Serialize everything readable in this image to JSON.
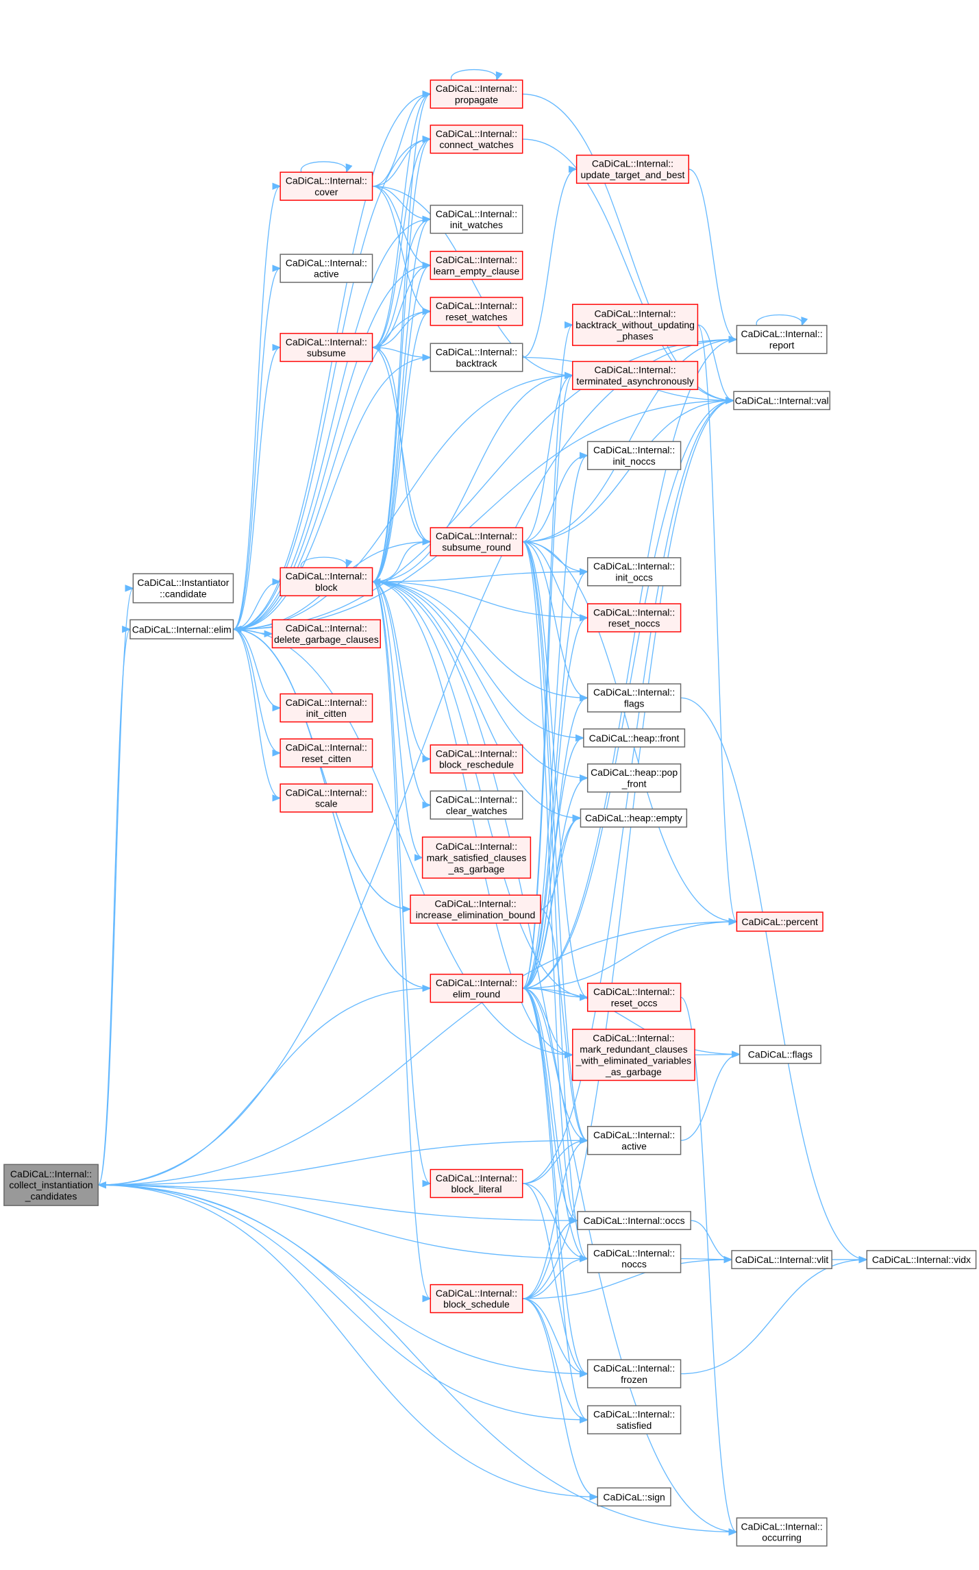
{
  "title": "Call graph of CaDiCaL::Internal::collect_instantiation_candidates",
  "colors": {
    "edge": "#63b8ff",
    "truncated_border": "#ff0000",
    "truncated_fill": "#fff0f0",
    "root_fill": "#999999",
    "node_border": "#666666"
  },
  "nodes": [
    {
      "id": "C",
      "lines": [
        "CaDiCaL::Internal::",
        "collect_instantiation",
        "_candidates"
      ],
      "style": "root"
    },
    {
      "id": "candidate",
      "lines": [
        "CaDiCaL::Instantiator",
        "::candidate"
      ],
      "style": "normal"
    },
    {
      "id": "elim",
      "lines": [
        "CaDiCaL::Internal::elim"
      ],
      "style": "normal"
    },
    {
      "id": "cover",
      "lines": [
        "CaDiCaL::Internal::",
        "cover"
      ],
      "style": "red"
    },
    {
      "id": "active1",
      "lines": [
        "CaDiCaL::Internal::",
        "active"
      ],
      "style": "normal"
    },
    {
      "id": "subsume",
      "lines": [
        "CaDiCaL::Internal::",
        "subsume"
      ],
      "style": "red"
    },
    {
      "id": "block",
      "lines": [
        "CaDiCaL::Internal::",
        "block"
      ],
      "style": "red"
    },
    {
      "id": "dgc",
      "lines": [
        "CaDiCaL::Internal::",
        "delete_garbage_clauses"
      ],
      "style": "red"
    },
    {
      "id": "init_citten",
      "lines": [
        "CaDiCaL::Internal::",
        "init_citten"
      ],
      "style": "red"
    },
    {
      "id": "reset_citten",
      "lines": [
        "CaDiCaL::Internal::",
        "reset_citten"
      ],
      "style": "red"
    },
    {
      "id": "scale",
      "lines": [
        "CaDiCaL::Internal::",
        "scale"
      ],
      "style": "red"
    },
    {
      "id": "propagate",
      "lines": [
        "CaDiCaL::Internal::",
        "propagate"
      ],
      "style": "red"
    },
    {
      "id": "connect",
      "lines": [
        "CaDiCaL::Internal::",
        "connect_watches"
      ],
      "style": "red"
    },
    {
      "id": "init_watches",
      "lines": [
        "CaDiCaL::Internal::",
        "init_watches"
      ],
      "style": "normal"
    },
    {
      "id": "learn_empty",
      "lines": [
        "CaDiCaL::Internal::",
        "learn_empty_clause"
      ],
      "style": "red"
    },
    {
      "id": "reset_watches",
      "lines": [
        "CaDiCaL::Internal::",
        "reset_watches"
      ],
      "style": "red"
    },
    {
      "id": "backtrack",
      "lines": [
        "CaDiCaL::Internal::",
        "backtrack"
      ],
      "style": "normal"
    },
    {
      "id": "subsume_round",
      "lines": [
        "CaDiCaL::Internal::",
        "subsume_round"
      ],
      "style": "red"
    },
    {
      "id": "block_reschedule",
      "lines": [
        "CaDiCaL::Internal::",
        "block_reschedule"
      ],
      "style": "red"
    },
    {
      "id": "clear_watches",
      "lines": [
        "CaDiCaL::Internal::",
        "clear_watches"
      ],
      "style": "normal"
    },
    {
      "id": "mark_sat",
      "lines": [
        "CaDiCaL::Internal::",
        "mark_satisfied_clauses",
        "_as_garbage"
      ],
      "style": "red"
    },
    {
      "id": "incr_bound",
      "lines": [
        "CaDiCaL::Internal::",
        "increase_elimination_bound"
      ],
      "style": "red"
    },
    {
      "id": "elim_round",
      "lines": [
        "CaDiCaL::Internal::",
        "elim_round"
      ],
      "style": "red"
    },
    {
      "id": "block_literal",
      "lines": [
        "CaDiCaL::Internal::",
        "block_literal"
      ],
      "style": "red"
    },
    {
      "id": "block_schedule",
      "lines": [
        "CaDiCaL::Internal::",
        "block_schedule"
      ],
      "style": "red"
    },
    {
      "id": "update_target",
      "lines": [
        "CaDiCaL::Internal::",
        "update_target_and_best"
      ],
      "style": "red"
    },
    {
      "id": "bt_wo",
      "lines": [
        "CaDiCaL::Internal::",
        "backtrack_without_updating",
        "_phases"
      ],
      "style": "red"
    },
    {
      "id": "terminated",
      "lines": [
        "CaDiCaL::Internal::",
        "terminated_asynchronously"
      ],
      "style": "red"
    },
    {
      "id": "init_noccs",
      "lines": [
        "CaDiCaL::Internal::",
        "init_noccs"
      ],
      "style": "normal"
    },
    {
      "id": "init_occs",
      "lines": [
        "CaDiCaL::Internal::",
        "init_occs"
      ],
      "style": "normal"
    },
    {
      "id": "reset_noccs",
      "lines": [
        "CaDiCaL::Internal::",
        "reset_noccs"
      ],
      "style": "red"
    },
    {
      "id": "flags",
      "lines": [
        "CaDiCaL::Internal::",
        "flags"
      ],
      "style": "normal"
    },
    {
      "id": "heap_front",
      "lines": [
        "CaDiCaL::heap::front"
      ],
      "style": "normal"
    },
    {
      "id": "heap_pop",
      "lines": [
        "CaDiCaL::heap::pop",
        "_front"
      ],
      "style": "normal"
    },
    {
      "id": "heap_empty",
      "lines": [
        "CaDiCaL::heap::empty"
      ],
      "style": "normal"
    },
    {
      "id": "reset_occs",
      "lines": [
        "CaDiCaL::Internal::",
        "reset_occs"
      ],
      "style": "red"
    },
    {
      "id": "mark_red",
      "lines": [
        "CaDiCaL::Internal::",
        "mark_redundant_clauses",
        "_with_eliminated_variables",
        "_as_garbage"
      ],
      "style": "red"
    },
    {
      "id": "active2",
      "lines": [
        "CaDiCaL::Internal::",
        "active"
      ],
      "style": "normal"
    },
    {
      "id": "occs",
      "lines": [
        "CaDiCaL::Internal::occs"
      ],
      "style": "normal"
    },
    {
      "id": "noccs",
      "lines": [
        "CaDiCaL::Internal::",
        "noccs"
      ],
      "style": "normal"
    },
    {
      "id": "frozen",
      "lines": [
        "CaDiCaL::Internal::",
        "frozen"
      ],
      "style": "normal"
    },
    {
      "id": "satisfied",
      "lines": [
        "CaDiCaL::Internal::",
        "satisfied"
      ],
      "style": "normal"
    },
    {
      "id": "sign",
      "lines": [
        "CaDiCaL::sign"
      ],
      "style": "normal"
    },
    {
      "id": "report",
      "lines": [
        "CaDiCaL::Internal::",
        "report"
      ],
      "style": "normal"
    },
    {
      "id": "val",
      "lines": [
        "CaDiCaL::Internal::val"
      ],
      "style": "normal"
    },
    {
      "id": "percent",
      "lines": [
        "CaDiCaL::percent"
      ],
      "style": "red"
    },
    {
      "id": "flags_c",
      "lines": [
        "CaDiCaL::flags"
      ],
      "style": "normal"
    },
    {
      "id": "vlit",
      "lines": [
        "CaDiCaL::Internal::vlit"
      ],
      "style": "normal"
    },
    {
      "id": "vidx",
      "lines": [
        "CaDiCaL::Internal::vidx"
      ],
      "style": "normal"
    },
    {
      "id": "occurring",
      "lines": [
        "CaDiCaL::Internal::",
        "occurring"
      ],
      "style": "normal"
    }
  ],
  "edges": [
    [
      "C",
      "candidate"
    ],
    [
      "C",
      "elim"
    ],
    [
      "C",
      "active2"
    ],
    [
      "C",
      "occs"
    ],
    [
      "C",
      "noccs"
    ],
    [
      "C",
      "frozen"
    ],
    [
      "C",
      "satisfied"
    ],
    [
      "C",
      "sign"
    ],
    [
      "C",
      "occurring"
    ],
    [
      "C",
      "report"
    ],
    [
      "C",
      "percent"
    ],
    [
      "elim",
      "cover"
    ],
    [
      "elim",
      "active1"
    ],
    [
      "elim",
      "subsume"
    ],
    [
      "elim",
      "block"
    ],
    [
      "elim",
      "dgc"
    ],
    [
      "elim",
      "init_citten"
    ],
    [
      "elim",
      "reset_citten"
    ],
    [
      "elim",
      "scale"
    ],
    [
      "elim",
      "propagate"
    ],
    [
      "elim",
      "connect"
    ],
    [
      "elim",
      "init_watches"
    ],
    [
      "elim",
      "learn_empty"
    ],
    [
      "elim",
      "reset_watches"
    ],
    [
      "elim",
      "backtrack"
    ],
    [
      "elim",
      "subsume_round"
    ],
    [
      "elim",
      "elim_round"
    ],
    [
      "elim",
      "incr_bound"
    ],
    [
      "elim",
      "terminated"
    ],
    [
      "elim",
      "report"
    ],
    [
      "elim",
      "mark_red"
    ],
    [
      "elim",
      "val"
    ],
    [
      "cover",
      "cover"
    ],
    [
      "cover",
      "propagate"
    ],
    [
      "cover",
      "connect"
    ],
    [
      "cover",
      "init_watches"
    ],
    [
      "cover",
      "learn_empty"
    ],
    [
      "cover",
      "reset_watches"
    ],
    [
      "cover",
      "terminated"
    ],
    [
      "subsume",
      "propagate"
    ],
    [
      "subsume",
      "connect"
    ],
    [
      "subsume",
      "init_watches"
    ],
    [
      "subsume",
      "learn_empty"
    ],
    [
      "subsume",
      "reset_watches"
    ],
    [
      "subsume",
      "backtrack"
    ],
    [
      "subsume",
      "subsume_round"
    ],
    [
      "block",
      "block"
    ],
    [
      "block",
      "propagate"
    ],
    [
      "block",
      "connect"
    ],
    [
      "block",
      "init_watches"
    ],
    [
      "block",
      "learn_empty"
    ],
    [
      "block",
      "reset_watches"
    ],
    [
      "block",
      "terminated"
    ],
    [
      "block",
      "init_occs"
    ],
    [
      "block",
      "reset_noccs"
    ],
    [
      "block",
      "flags"
    ],
    [
      "block",
      "heap_front"
    ],
    [
      "block",
      "heap_pop"
    ],
    [
      "block",
      "heap_empty"
    ],
    [
      "block",
      "block_reschedule"
    ],
    [
      "block",
      "clear_watches"
    ],
    [
      "block",
      "mark_sat"
    ],
    [
      "block",
      "block_literal"
    ],
    [
      "block",
      "block_schedule"
    ],
    [
      "block",
      "reset_occs"
    ],
    [
      "block",
      "occurring"
    ],
    [
      "block",
      "mark_red"
    ],
    [
      "propagate",
      "propagate"
    ],
    [
      "propagate",
      "val"
    ],
    [
      "connect",
      "val"
    ],
    [
      "backtrack",
      "update_target"
    ],
    [
      "backtrack",
      "val"
    ],
    [
      "update_target",
      "report"
    ],
    [
      "bt_wo",
      "val"
    ],
    [
      "bt_wo",
      "percent"
    ],
    [
      "subsume_round",
      "subsume"
    ],
    [
      "subsume_round",
      "block"
    ],
    [
      "subsume_round",
      "terminated"
    ],
    [
      "subsume_round",
      "init_noccs"
    ],
    [
      "subsume_round",
      "init_occs"
    ],
    [
      "subsume_round",
      "reset_noccs"
    ],
    [
      "subsume_round",
      "flags"
    ],
    [
      "subsume_round",
      "reset_occs"
    ],
    [
      "subsume_round",
      "report"
    ],
    [
      "subsume_round",
      "val"
    ],
    [
      "subsume_round",
      "percent"
    ],
    [
      "subsume_round",
      "active2"
    ],
    [
      "subsume_round",
      "occs"
    ],
    [
      "subsume_round",
      "noccs"
    ],
    [
      "incr_bound",
      "elim"
    ],
    [
      "incr_bound",
      "active2"
    ],
    [
      "incr_bound",
      "heap_empty"
    ],
    [
      "elim_round",
      "elim"
    ],
    [
      "elim_round",
      "C"
    ],
    [
      "elim_round",
      "percent"
    ],
    [
      "elim_round",
      "reset_occs"
    ],
    [
      "elim_round",
      "mark_red"
    ],
    [
      "elim_round",
      "flags_c"
    ],
    [
      "elim_round",
      "active2"
    ],
    [
      "elim_round",
      "occs"
    ],
    [
      "elim_round",
      "noccs"
    ],
    [
      "elim_round",
      "frozen"
    ],
    [
      "elim_round",
      "satisfied"
    ],
    [
      "elim_round",
      "terminated"
    ],
    [
      "elim_round",
      "report"
    ],
    [
      "elim_round",
      "val"
    ],
    [
      "elim_round",
      "init_noccs"
    ],
    [
      "elim_round",
      "heap_front"
    ],
    [
      "elim_round",
      "heap_pop"
    ],
    [
      "elim_round",
      "heap_empty"
    ],
    [
      "elim_round",
      "flags"
    ],
    [
      "elim_round",
      "init_occs"
    ],
    [
      "elim_round",
      "reset_noccs"
    ],
    [
      "elim_round",
      "bt_wo"
    ],
    [
      "block_literal",
      "active2"
    ],
    [
      "block_literal",
      "noccs"
    ],
    [
      "block_literal",
      "frozen"
    ],
    [
      "block_literal",
      "val"
    ],
    [
      "block_schedule",
      "active2"
    ],
    [
      "block_schedule",
      "occs"
    ],
    [
      "block_schedule",
      "noccs"
    ],
    [
      "block_schedule",
      "frozen"
    ],
    [
      "block_schedule",
      "sign"
    ],
    [
      "block_schedule",
      "satisfied"
    ],
    [
      "block_schedule",
      "val"
    ],
    [
      "block_schedule",
      "vlit"
    ],
    [
      "reset_occs",
      "occurring"
    ],
    [
      "mark_red",
      "flags_c"
    ],
    [
      "flags",
      "vidx"
    ],
    [
      "active2",
      "flags_c"
    ],
    [
      "occs",
      "vlit"
    ],
    [
      "noccs",
      "vlit"
    ],
    [
      "frozen",
      "vidx"
    ],
    [
      "vlit",
      "vidx"
    ],
    [
      "report",
      "report"
    ]
  ]
}
